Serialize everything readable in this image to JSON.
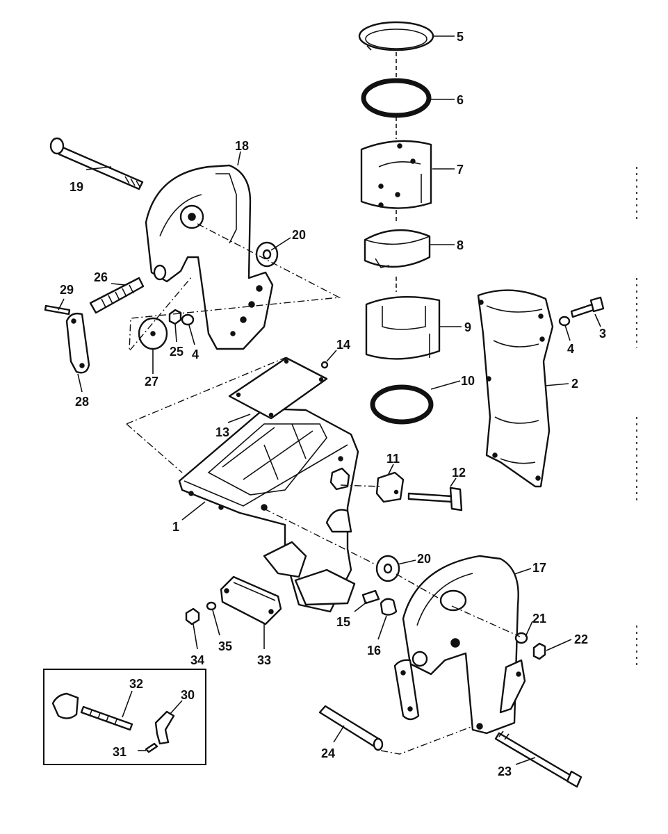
{
  "diagram": {
    "callouts": {
      "c1": "1",
      "c2": "2",
      "c3": "3",
      "c4a": "4",
      "c4b": "4",
      "c5": "5",
      "c6": "6",
      "c7": "7",
      "c8": "8",
      "c9": "9",
      "c10": "10",
      "c11": "11",
      "c12": "12",
      "c13": "13",
      "c14": "14",
      "c15": "15",
      "c16": "16",
      "c17": "17",
      "c18": "18",
      "c19": "19",
      "c20a": "20",
      "c20b": "20",
      "c21": "21",
      "c22": "22",
      "c23": "23",
      "c24": "24",
      "c25": "25",
      "c26": "26",
      "c27": "27",
      "c28": "28",
      "c29": "29",
      "c30": "30",
      "c31": "31",
      "c32": "32",
      "c33": "33",
      "c34": "34",
      "c35": "35"
    }
  }
}
